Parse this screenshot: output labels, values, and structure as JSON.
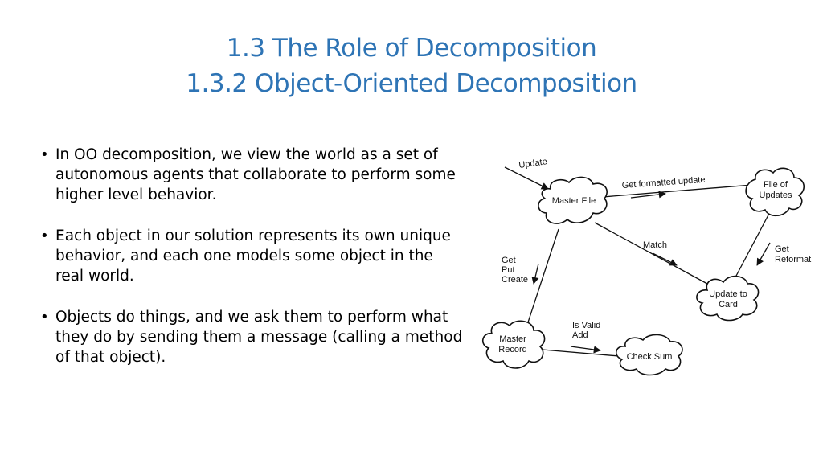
{
  "title": {
    "line1": "1.3 The Role of Decomposition",
    "line2": "1.3.2 Object-Oriented Decomposition"
  },
  "bullets": [
    "In OO decomposition, we view the world as a set of autonomous agents that collaborate to perform some higher level behavior.",
    "Each object in our solution represents its own unique behavior, and each one models some object in the real world.",
    "Objects do things, and we ask them to perform what they do by sending them a message (calling a method of that object)."
  ],
  "diagram": {
    "nodes": {
      "master_file": "Master File",
      "file_of_updates_1": "File of",
      "file_of_updates_2": "Updates",
      "update_to_card_1": "Update to",
      "update_to_card_2": "Card",
      "master_record_1": "Master",
      "master_record_2": "Record",
      "check_sum": "Check Sum"
    },
    "messages": {
      "update": "Update",
      "get_formatted_update": "Get formatted update",
      "match": "Match",
      "get_reformat_1": "Get",
      "get_reformat_2": "Reformat",
      "get_put_create_1": "Get",
      "get_put_create_2": "Put",
      "get_put_create_3": "Create",
      "is_valid_add_1": "Is Valid",
      "is_valid_add_2": "Add"
    }
  }
}
